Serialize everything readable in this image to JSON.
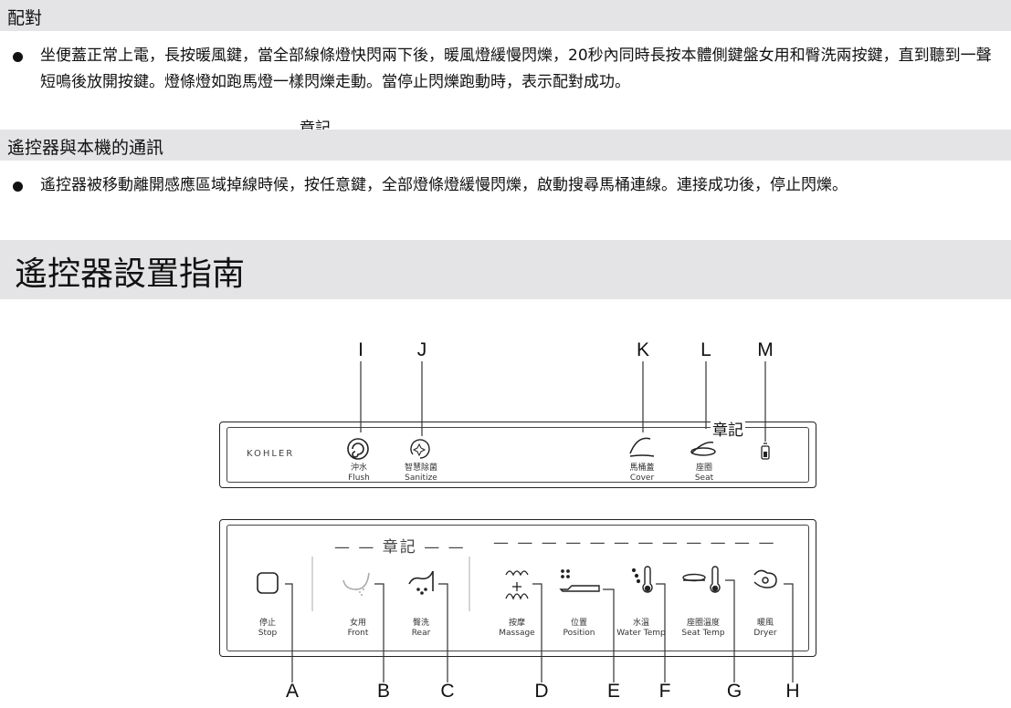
{
  "sections": [
    {
      "title": "配對",
      "paragraphs": [
        "坐便蓋正常上電，長按暖風鍵，當全部線條燈快閃兩下後，暖風燈緩慢閃爍，20秒內同時長按本體側鍵盤女用和臀洗兩按鍵，直到聽到一聲短鳴後放開按鍵。燈條燈如跑馬燈一樣閃爍走動。當停止閃爍跑動時，表示配對成功。"
      ]
    },
    {
      "title": "遙控器與本機的通訊",
      "paragraphs": [
        "遙控器被移動離開感應區域掉線時候，按任意鍵，全部燈條燈緩慢閃爍，啟動搜尋馬桶連線。連接成功後，停止閃爍。"
      ]
    }
  ],
  "stamp_text": "章記",
  "guide_title": "遙控器設置指南",
  "top_panel": {
    "brand": "KOHLER",
    "buttons": [
      {
        "letter": "I",
        "zh": "沖水",
        "en": "Flush",
        "icon": "flush-icon"
      },
      {
        "letter": "J",
        "zh": "智慧除菌",
        "en": "Sanitize",
        "icon": "sanitize-icon"
      },
      {
        "letter": "K",
        "zh": "馬桶蓋",
        "en": "Cover",
        "icon": "cover-icon"
      },
      {
        "letter": "L",
        "zh": "座圈",
        "en": "Seat",
        "icon": "seat-icon"
      },
      {
        "letter": "M",
        "zh": "",
        "en": "",
        "icon": "battery-icon"
      }
    ]
  },
  "bottom_panel": {
    "dash_groups": [
      "— — 章記 — —",
      "— — —  — — —  — — —  — — —"
    ],
    "buttons": [
      {
        "letter": "A",
        "zh": "停止",
        "en": "Stop",
        "icon": "stop-icon"
      },
      {
        "letter": "B",
        "zh": "女用",
        "en": "Front",
        "icon": "front-wash-icon"
      },
      {
        "letter": "C",
        "zh": "臀洗",
        "en": "Rear",
        "icon": "rear-wash-icon"
      },
      {
        "letter": "D",
        "zh": "按摩",
        "en": "Massage",
        "icon": "massage-icon"
      },
      {
        "letter": "E",
        "zh": "位置",
        "en": "Position",
        "icon": "position-icon"
      },
      {
        "letter": "F",
        "zh": "水溫",
        "en": "Water Temp",
        "icon": "water-temp-icon"
      },
      {
        "letter": "G",
        "zh": "座圈溫度",
        "en": "Seat Temp",
        "icon": "seat-temp-icon"
      },
      {
        "letter": "H",
        "zh": "暖風",
        "en": "Dryer",
        "icon": "dryer-icon"
      }
    ]
  }
}
